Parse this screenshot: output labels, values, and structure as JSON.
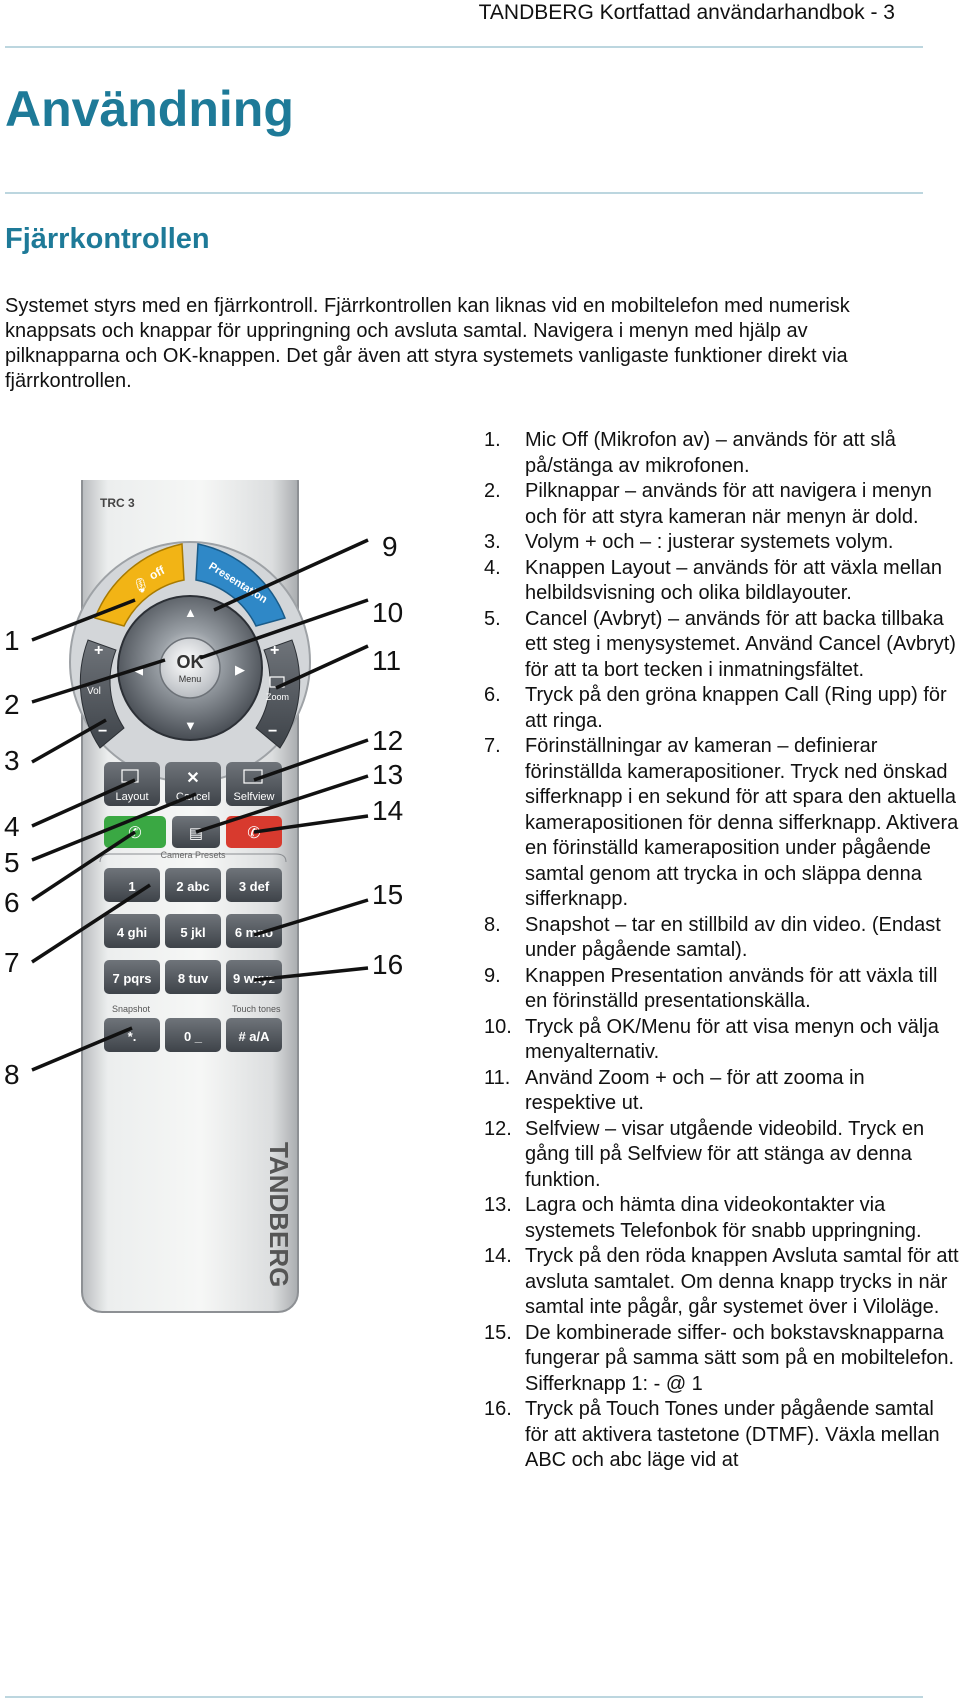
{
  "header": {
    "text": "TANDBERG Kortfattad användarhandbok - 3"
  },
  "title": "Användning",
  "subtitle": "Fjärrkontrollen",
  "intro": "Systemet styrs med en fjärrkontroll. Fjärrkontrollen kan liknas vid en mobiltelefon med numerisk knappsats och knappar för uppringning och avsluta samtal. Navigera i menyn med hjälp av pilknapparna och OK-knappen. Det går även att styra systemets vanligaste funktioner direkt via fjärrkontrollen.",
  "remote": {
    "model": "TRC 3",
    "brand": "TANDBERG",
    "buttons": {
      "mic_off": "off",
      "presentation": "Presentation",
      "vol": "Vol",
      "zoom": "Zoom",
      "ok": "OK",
      "menu": "Menu",
      "layout": "Layout",
      "cancel": "Cancel",
      "selfview": "Selfview",
      "camera_presets": "Camera Presets",
      "snapshot": "Snapshot",
      "touch_tones": "Touch tones",
      "keys": [
        "1",
        "2 abc",
        "3 def",
        "4 ghi",
        "5 jkl",
        "6 mno",
        "7 pqrs",
        "8 tuv",
        "9 wxyz",
        "*.",
        "0 _",
        "# a/A"
      ]
    },
    "callout_numbers": [
      "1",
      "2",
      "3",
      "4",
      "5",
      "6",
      "7",
      "8",
      "9",
      "10",
      "11",
      "12",
      "13",
      "14",
      "15",
      "16"
    ]
  },
  "list": [
    {
      "num": "1.",
      "text": "Mic Off (Mikrofon av) – används för att slå på/stänga av mikrofonen."
    },
    {
      "num": "2.",
      "text": "Pilknappar – används för att navigera i menyn och för att styra kameran när menyn är dold."
    },
    {
      "num": "3.",
      "text": "Volym + och – : justerar systemets volym."
    },
    {
      "num": "4.",
      "text": "Knappen Layout – används för att växla mellan helbildsvisning och olika bildlayouter."
    },
    {
      "num": "5.",
      "text": "Cancel (Avbryt) – används för att backa tillbaka ett steg i menysystemet. Använd Cancel (Avbryt) för att ta bort tecken i inmatningsfältet."
    },
    {
      "num": "6.",
      "text": "Tryck på den gröna knappen Call (Ring upp) för att ringa."
    },
    {
      "num": "7.",
      "text": "Förinställningar av kameran – definierar förinställda kamerapositioner. Tryck ned önskad sifferknapp i en sekund för att spara den aktuella kamerapositionen för denna sifferknapp. Aktivera en förinställd kameraposition under pågående samtal genom att trycka in och släppa denna sifferknapp."
    },
    {
      "num": "8.",
      "text": "Snapshot – tar en stillbild av din video. (Endast under pågående samtal)."
    },
    {
      "num": "9.",
      "text": "Knappen Presentation används för att växla till en förinställd presentationskälla."
    },
    {
      "num": "10.",
      "text": "Tryck på OK/Menu för att visa menyn och välja menyalternativ."
    },
    {
      "num": "11.",
      "text": "Använd Zoom + och – för att zooma in respektive ut."
    },
    {
      "num": "12.",
      "text": "Selfview – visar utgående videobild. Tryck en gång till på Selfview för att stänga av denna funktion."
    },
    {
      "num": "13.",
      "text": "Lagra och hämta dina videokontakter via systemets Telefonbok för snabb uppringning."
    },
    {
      "num": "14.",
      "text": "Tryck på den röda knappen Avsluta samtal för att avsluta samtalet. Om denna knapp trycks in när samtal inte pågår, går systemet över i Viloläge."
    },
    {
      "num": "15.",
      "text": "De kombinerade siffer- och bokstavsknapparna fungerar på samma sätt som på en mobiltelefon. Sifferknapp 1: - @ 1"
    },
    {
      "num": "16.",
      "text": "Tryck på Touch Tones under pågående samtal för att aktivera tastetone (DTMF). Växla mellan ABC och abc läge vid at"
    }
  ]
}
